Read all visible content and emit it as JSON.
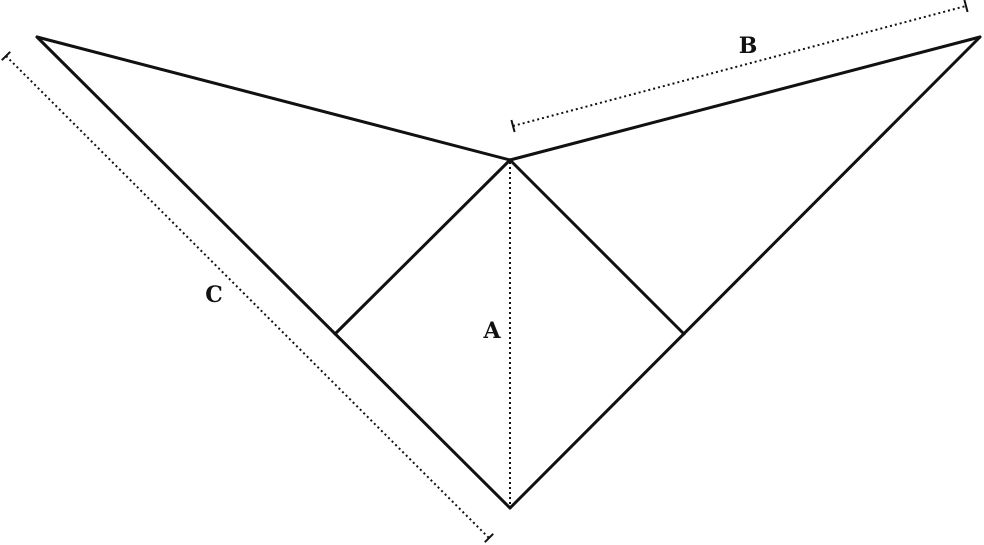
{
  "diagram": {
    "labels": {
      "a": "A",
      "b": "B",
      "c": "C"
    },
    "colors": {
      "line": "#111111",
      "text": "#111111",
      "background": "#ffffff"
    }
  }
}
